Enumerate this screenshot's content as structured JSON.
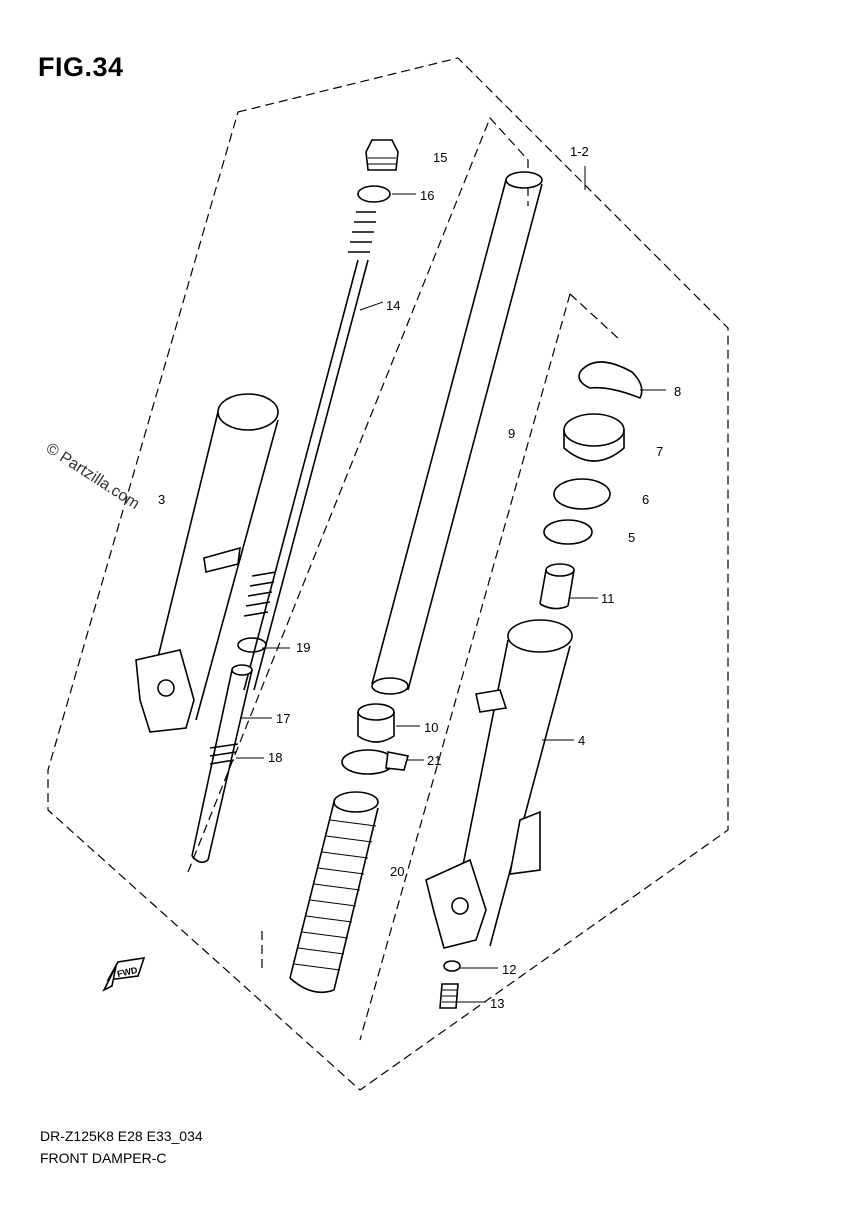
{
  "figure": {
    "title": "FIG.34"
  },
  "watermark": {
    "text": "© Partzilla.com"
  },
  "footer": {
    "model_code": "DR-Z125K8 E28 E33_034",
    "diagram_name": "FRONT DAMPER-C"
  },
  "direction_indicator": {
    "text": "FWD"
  },
  "callouts": {
    "c1_2": "1-2",
    "c15": "15",
    "c16": "16",
    "c14": "14",
    "c8": "8",
    "c9": "9",
    "c7": "7",
    "c6": "6",
    "c5": "5",
    "c3": "3",
    "c11": "11",
    "c19": "19",
    "c4": "4",
    "c17": "17",
    "c10": "10",
    "c18": "18",
    "c21": "21",
    "c20": "20",
    "c12": "12",
    "c13": "13"
  }
}
